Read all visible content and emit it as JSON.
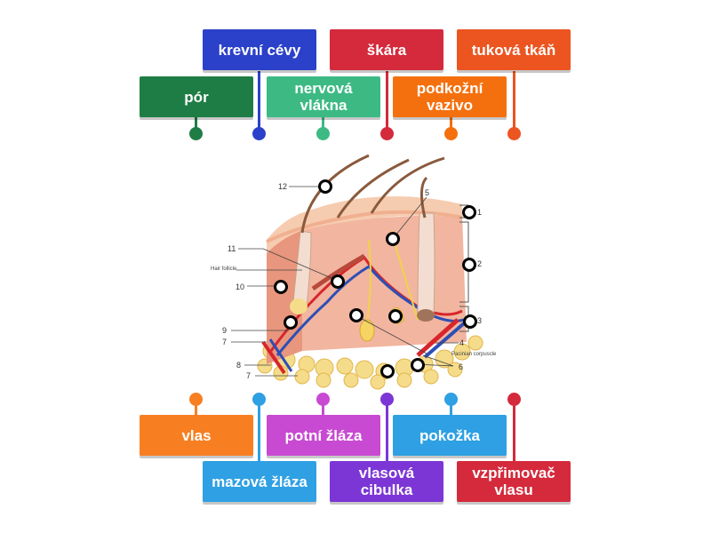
{
  "labels": {
    "por": "pór",
    "krevni_cevy": "krevní cévy",
    "nervova_vlakna": "nervová vlákna",
    "skara": "škára",
    "podkozni_vazivo": "podkožní vazivo",
    "tukova_tkan": "tuková tkáň",
    "vlas": "vlas",
    "mazova_zlaza": "mazová žláza",
    "potni_zlaza": "potní žláza",
    "vlasova_cibulka": "vlasová cibulka",
    "pokozka": "pokožka",
    "vzprimovac_vlasu": "vzpřimovač vlasu"
  },
  "diagram": {
    "numbers": [
      "12",
      "5",
      "11",
      "1",
      "2",
      "10",
      "9",
      "7",
      "3",
      "4",
      "8",
      "7",
      "6"
    ],
    "hair_follicle": "Hair follicle",
    "pacinian_corpuscle": "Pacinian corpuscle"
  },
  "colors": {
    "dark_green": "#1e7d45",
    "blue": "#2b41c9",
    "teal": "#3dba84",
    "red": "#d42a3c",
    "orange": "#f4700f",
    "orange_red": "#ec5420",
    "light_orange": "#f77f22",
    "magenta": "#c84ad2",
    "sky_blue": "#2ea0e3",
    "purple": "#7c36d6"
  }
}
